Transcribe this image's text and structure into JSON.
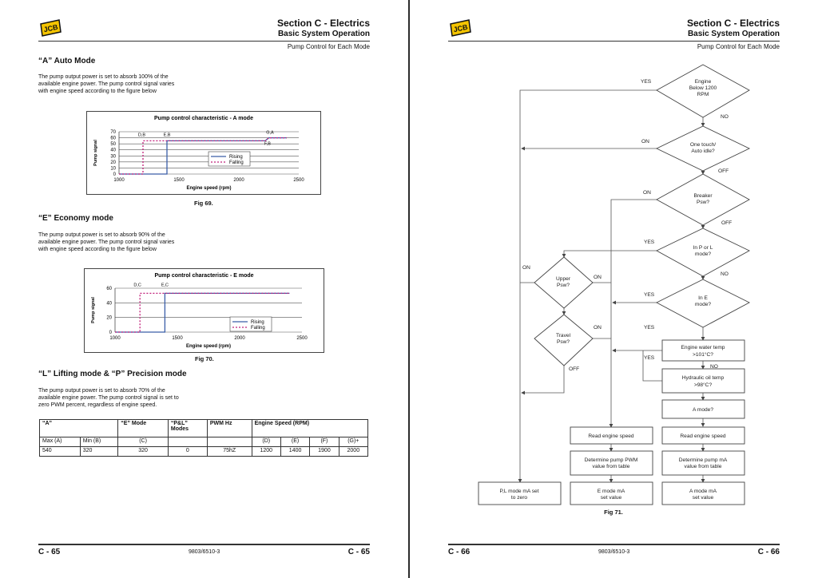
{
  "left_page": {
    "logo": "JCB",
    "section_title": "Section C - Electrics",
    "section_subtitle": "Basic System Operation",
    "ref": "Pump Control for Each Mode",
    "auto_mode": {
      "heading": "“A” Auto Mode",
      "para_lines": [
        "The pump output power is set to absorb 100% of the",
        "available engine power. The pump control signal varies",
        "with engine speed according to the figure below"
      ],
      "caption": "Fig 69."
    },
    "economy_mode": {
      "heading": "“E” Economy mode",
      "para_lines": [
        "The pump output power is set to absorb 90% of the",
        "available engine power. The pump control signal varies",
        "with engine speed according to the figure below"
      ],
      "caption": "Fig 70."
    },
    "lifting_mode": {
      "heading": "“L” Lifting mode & “P” Precision mode",
      "para_lines": [
        "The pump output power is set to absorb 70% of the",
        "available engine power. The pump control signal is set to",
        "zero PWM percent, regardless of engine speed."
      ]
    },
    "table": {
      "header_row": [
        "“A”",
        "“E” Mode",
        "“P&L” Modes",
        "PWM Hz",
        "Engine Speed (RPM)"
      ],
      "sub_row": [
        "Max (A)",
        "Min (B)",
        "(C)",
        "",
        "",
        "(D)",
        "(E)",
        "(F)",
        "(G)+"
      ],
      "value_row": [
        "540",
        "320",
        "320",
        "0",
        "75hZ",
        "1200",
        "1400",
        "1900",
        "2000"
      ]
    },
    "footer": {
      "left": "C - 65",
      "center": "9803/6510-3",
      "right": "C - 65"
    }
  },
  "right_page": {
    "logo": "JCB",
    "section_title": "Section C - Electrics",
    "section_subtitle": "Basic System Operation",
    "ref": "Pump Control for Each Mode",
    "flowchart": {
      "d_engine": [
        "Engine",
        "Below 1200",
        "RPM"
      ],
      "d_onetouch": [
        "One touch/",
        "Auto idle?"
      ],
      "d_breaker": [
        "Breaker",
        "Psw?"
      ],
      "d_inpl": [
        "In P or L",
        "mode?"
      ],
      "d_ine": [
        "In E",
        "mode?"
      ],
      "d_upper": [
        "Upper",
        "Psw?"
      ],
      "d_travel": [
        "Travel",
        "Psw?"
      ],
      "b_water": [
        "Engine water temp",
        ">101°C?"
      ],
      "b_hydraulic": [
        "Hydraulic oil temp",
        ">98°C?"
      ],
      "b_amode": [
        "A mode?"
      ],
      "b_read1": [
        "Read engine speed"
      ],
      "b_read2": [
        "Read engine speed"
      ],
      "b_det1": [
        "Determine pump PWM",
        "value from table"
      ],
      "b_det2": [
        "Determine pump mA",
        "value from table"
      ],
      "b_pl": [
        "P,L mode mA set",
        "to zero"
      ],
      "b_eset": [
        "E mode mA",
        "set value"
      ],
      "b_aset": [
        "A mode mA",
        "set value"
      ],
      "labels": {
        "yes": "YES",
        "no": "NO",
        "on": "ON",
        "off": "OFF"
      },
      "caption": "Fig 71."
    },
    "footer": {
      "left": "C - 66",
      "center": "9803/6510-3",
      "right": "C - 66"
    }
  },
  "chart_data": [
    {
      "type": "line",
      "title": "Pump control characteristic - A mode",
      "xlabel": "Engine speed (rpm)",
      "ylabel": "Pump signal",
      "xlim": [
        1000,
        2500
      ],
      "ylim": [
        0,
        70
      ],
      "x_ticks": [
        1000,
        1500,
        2000,
        2500
      ],
      "y_ticks": [
        0,
        10,
        20,
        30,
        40,
        50,
        60,
        70
      ],
      "grid": true,
      "legend": "center-right",
      "series": [
        {
          "name": "Rising",
          "color": "#3a5ea8",
          "dash": false,
          "points": [
            [
              1000,
              0
            ],
            [
              1400,
              0
            ],
            [
              1400,
              55
            ],
            [
              2220,
              55
            ],
            [
              2250,
              60
            ],
            [
              2400,
              60
            ]
          ]
        },
        {
          "name": "Falling",
          "color": "#c0207a",
          "dash": true,
          "points": [
            [
              1000,
              0
            ],
            [
              1200,
              0
            ],
            [
              1200,
              55
            ],
            [
              2220,
              55
            ],
            [
              2250,
              60
            ],
            [
              2400,
              60
            ]
          ]
        }
      ],
      "annotations": [
        {
          "text": "D,B",
          "x": 1190,
          "y": 63
        },
        {
          "text": "E,B",
          "x": 1400,
          "y": 63
        },
        {
          "text": "G,A",
          "x": 2260,
          "y": 67
        },
        {
          "text": "F,B",
          "x": 2240,
          "y": 48
        }
      ]
    },
    {
      "type": "line",
      "title": "Pump control characteristic - E mode",
      "xlabel": "Engine speed (rpm)",
      "ylabel": "Pump signal",
      "xlim": [
        1000,
        2500
      ],
      "ylim": [
        0,
        60
      ],
      "x_ticks": [
        1000,
        1500,
        2000,
        2500
      ],
      "y_ticks": [
        0,
        20,
        40,
        60
      ],
      "grid": true,
      "legend": "bottom-right",
      "series": [
        {
          "name": "Rising",
          "color": "#3a5ea8",
          "dash": false,
          "points": [
            [
              1000,
              0
            ],
            [
              1400,
              0
            ],
            [
              1400,
              53
            ],
            [
              2400,
              53
            ]
          ]
        },
        {
          "name": "Falling",
          "color": "#c0207a",
          "dash": true,
          "points": [
            [
              1000,
              0
            ],
            [
              1200,
              0
            ],
            [
              1200,
              53
            ],
            [
              2400,
              53
            ]
          ]
        }
      ],
      "annotations": [
        {
          "text": "D,C",
          "x": 1180,
          "y": 63
        },
        {
          "text": "E,C",
          "x": 1400,
          "y": 63
        }
      ]
    }
  ]
}
